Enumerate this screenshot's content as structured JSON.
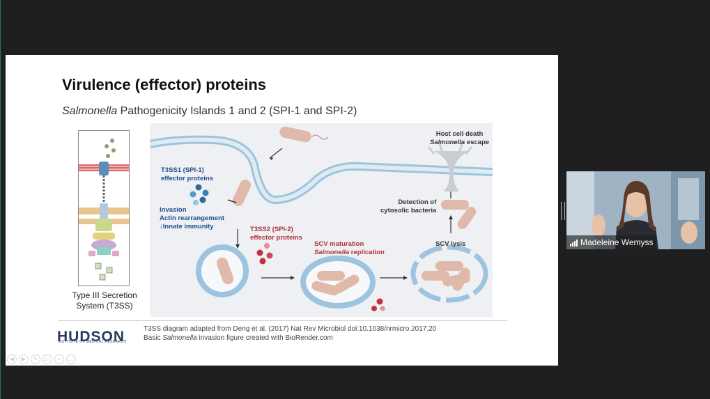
{
  "slide": {
    "title": "Virulence (effector) proteins",
    "subtitle_italic": "Salmonella",
    "subtitle_rest": " Pathogenicity Islands 1 and 2 (SPI-1 and SPI-2)",
    "t3ss_caption_line1": "Type III Secretion",
    "t3ss_caption_line2": "System (T3SS)",
    "diagram": {
      "host_death_line1": "Host cell death",
      "host_death_italic": "Salmonella",
      "host_death_escape": " escape",
      "t3ss1_line1": "T3SS1 (SPI-1)",
      "t3ss1_line2": "effector proteins",
      "invasion_line1": "Invasion",
      "invasion_line2": "Actin rearrangement",
      "invasion_line3": "↓Innate immunity",
      "t3ss2_line1": "T3SS2 (SPI-2)",
      "t3ss2_line2": "effector proteins",
      "detection_line1": "Detection of",
      "detection_line2": "cytosolic bacteria",
      "scv_maturation": "SCV maturation",
      "salmonella_replication_italic": "Salmonella",
      "salmonella_replication_rest": " replication",
      "scv_lysis": "SCV lysis"
    },
    "logo_main": "HUDSON",
    "logo_sub": "INSTITUTE OF MEDICAL RESEARCH",
    "citation_line1": "T3SS diagram adapted from Deng et al. (2017) Nat Rev Microbiol doi:10.1038/nrmicro.2017.20",
    "citation_line2_pre": "Basic ",
    "citation_line2_italic": "Salmonella",
    "citation_line2_post": " invasion figure created with BioRender.com"
  },
  "slide_nav_icons": [
    "prev-icon",
    "next-icon",
    "pen-icon",
    "screen-icon",
    "zoom-icon",
    "more-icon"
  ],
  "slide_nav_glyphs": [
    "◀",
    "▶",
    "✎",
    "▭",
    "⌕",
    "…"
  ],
  "participant": {
    "name": "Madeleine Wemyss",
    "signal_icon": "signal-bars-icon"
  },
  "colors": {
    "background": "#1f1f1f",
    "membrane_blue": "#9cc4de",
    "bacteria": "#e0b9ab",
    "effector_blue": "#2c6c9e",
    "effector_red": "#c0323c"
  }
}
